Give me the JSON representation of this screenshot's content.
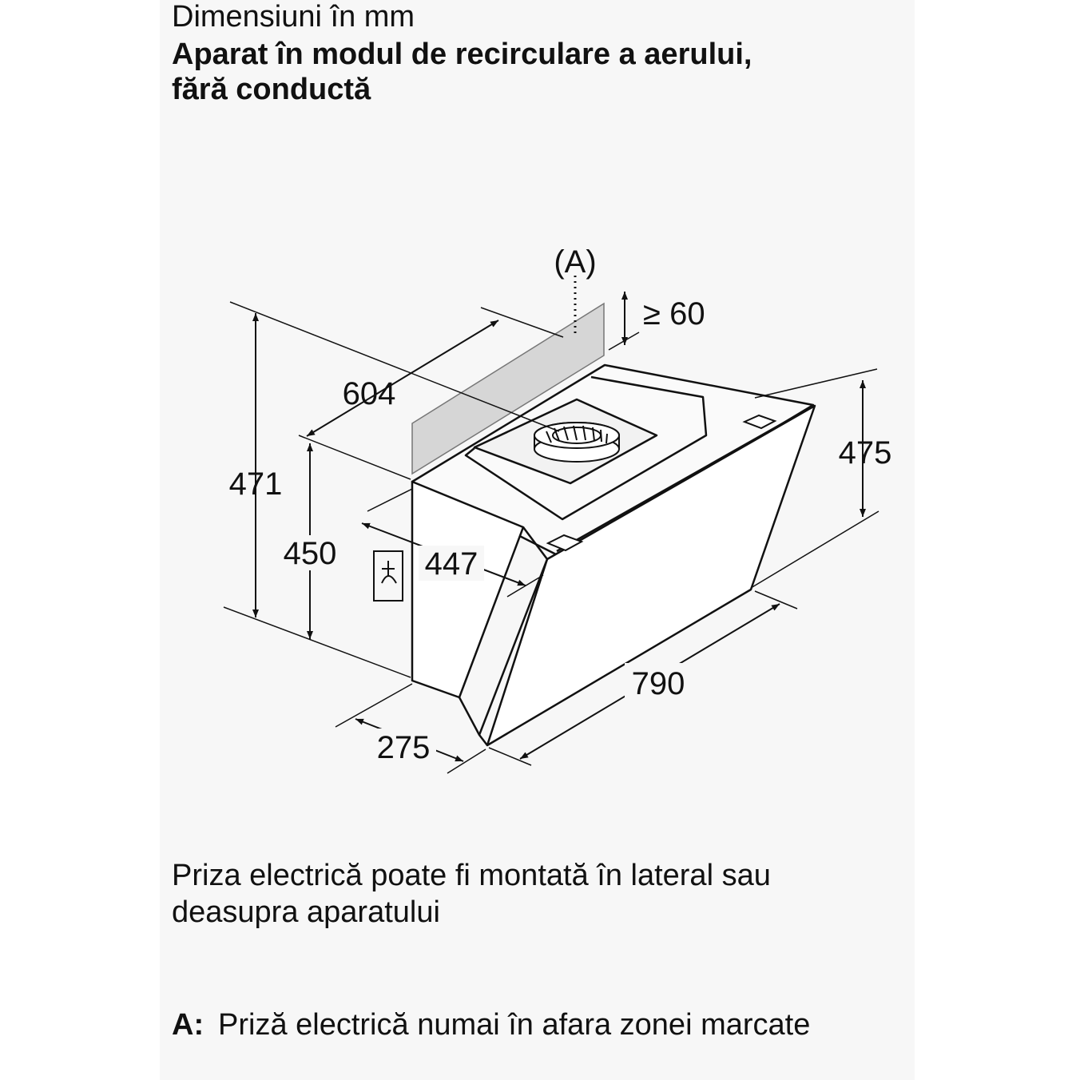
{
  "header": {
    "subtitle": "Dimensiuni în mm",
    "title_line1": "Aparat în modul de recirculare a aerului,",
    "title_line2": "fără conductă"
  },
  "diagram": {
    "zone_label": "(A)",
    "dimensions": {
      "clearance": "≥ 60",
      "width_top": "604",
      "total_height": "471",
      "body_height": "450",
      "depth_mid": "447",
      "right_height": "475",
      "length": "790",
      "depth_bottom": "275"
    }
  },
  "note": {
    "line1": "Priza electrică poate fi montată în lateral sau",
    "line2": "deasupra aparatului"
  },
  "legend": {
    "key": "A:",
    "text": "Priză electrică numai în afara zonei marcate"
  }
}
